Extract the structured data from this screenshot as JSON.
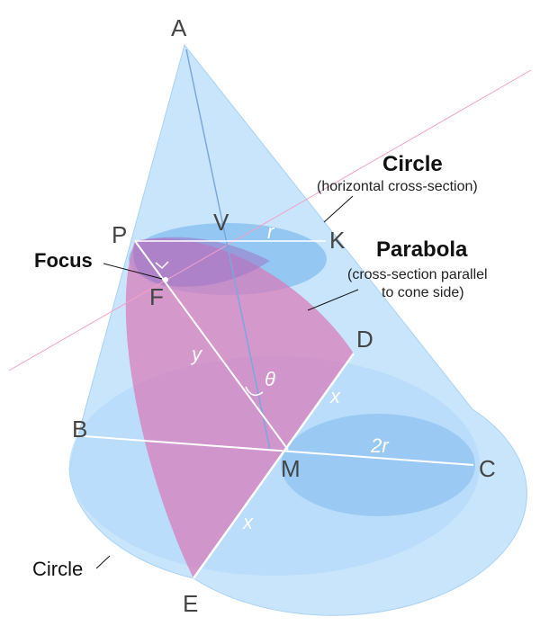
{
  "points": {
    "A": "A",
    "P": "P",
    "V": "V",
    "K": "K",
    "F": "F",
    "D": "D",
    "B": "B",
    "M": "M",
    "C": "C",
    "E": "E"
  },
  "variables": {
    "r": "r",
    "two_r": "2r",
    "y": "y",
    "theta": "θ",
    "x_upper": "x",
    "x_lower": "x"
  },
  "annotations": {
    "circle_top_title": "Circle",
    "circle_top_sub": "(horizontal cross-section)",
    "parabola_title": "Parabola",
    "parabola_sub_1": "(cross-section parallel",
    "parabola_sub_2": "to cone side)",
    "focus": "Focus",
    "circle_bottom": "Circle"
  },
  "colors": {
    "cone_fill": "#bfe0fb",
    "cone_edge": "#9ccaf2",
    "ellipse_fill": "#a9d4f8",
    "parabola_fill": "#d87ab8",
    "axis_line": "#7aa7de",
    "white_line": "#ffffff",
    "pink_line": "#f2a0c8",
    "text_dark": "#111111",
    "text_point": "#444444"
  }
}
